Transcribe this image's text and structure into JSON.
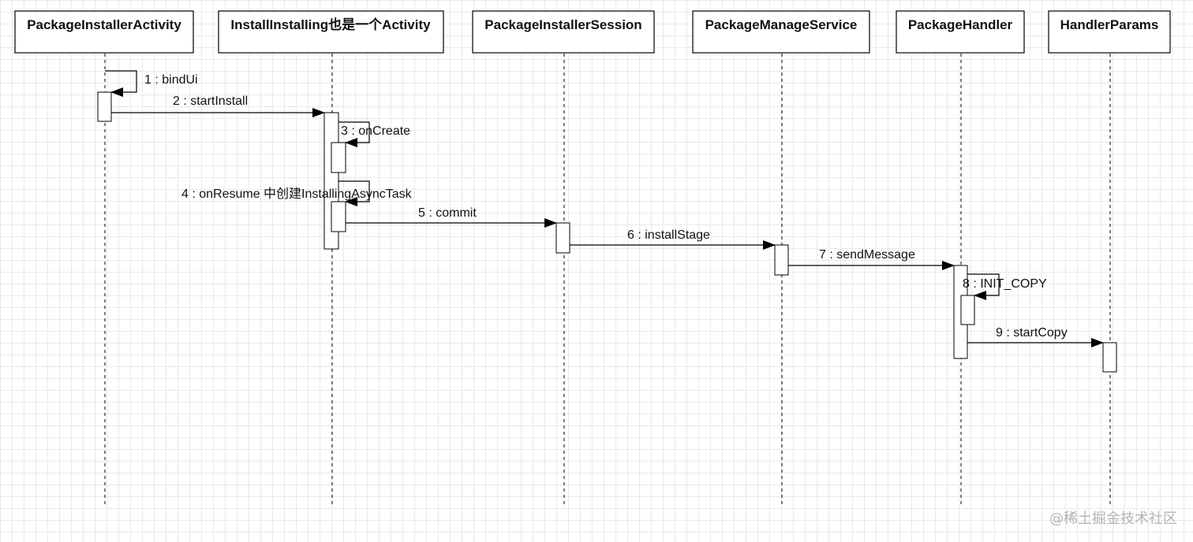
{
  "participants": [
    {
      "id": "p1",
      "name": "PackageInstallerActivity"
    },
    {
      "id": "p2",
      "name": "InstallInstalling也是一个Activity"
    },
    {
      "id": "p3",
      "name": "PackageInstallerSession"
    },
    {
      "id": "p4",
      "name": "PackageManageService"
    },
    {
      "id": "p5",
      "name": "PackageHandler"
    },
    {
      "id": "p6",
      "name": "HandlerParams"
    }
  ],
  "messages": [
    {
      "label": "1 : bindUi",
      "from": "p1",
      "to": "p1"
    },
    {
      "label": "2 : startInstall",
      "from": "p1",
      "to": "p2"
    },
    {
      "label": "3 : onCreate",
      "from": "p2",
      "to": "p2"
    },
    {
      "label": "4 : onResume 中创建InstallingAsyncTask",
      "from": "p2",
      "to": "p2"
    },
    {
      "label": "5 : commit",
      "from": "p2",
      "to": "p3"
    },
    {
      "label": "6 : installStage",
      "from": "p3",
      "to": "p4"
    },
    {
      "label": "7 : sendMessage",
      "from": "p4",
      "to": "p5"
    },
    {
      "label": "8 : INIT_COPY",
      "from": "p5",
      "to": "p5"
    },
    {
      "label": "9 : startCopy",
      "from": "p5",
      "to": "p6"
    }
  ],
  "watermark": "@稀土掘金技术社区"
}
